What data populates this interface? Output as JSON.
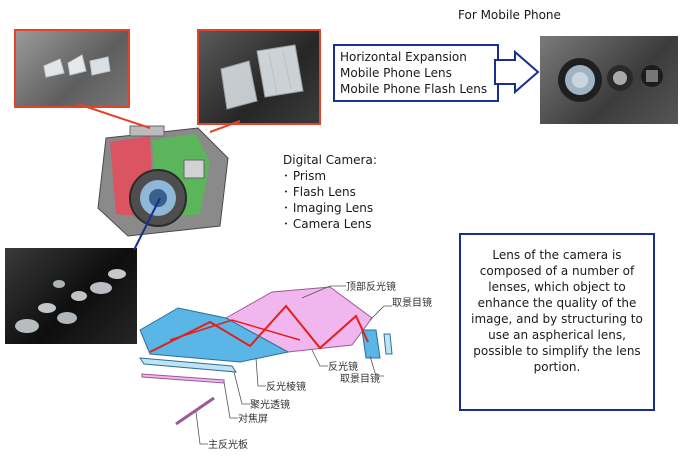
{
  "mobile": {
    "heading": "For Mobile Phone",
    "callout_lines": [
      "Horizontal Expansion",
      "Mobile Phone Lens",
      "Mobile Phone Flash Lens"
    ]
  },
  "camera": {
    "heading": "Digital Camera:",
    "features": [
      "Prism",
      "Flash Lens",
      "Imaging Lens",
      "Camera Lens"
    ],
    "bullet": "･"
  },
  "note": {
    "text": "Lens of the camera is composed of a number of lenses, which object to enhance the quality of the image, and by structuring to use an aspherical lens, possible to simplify the lens portion."
  },
  "diagram_labels": {
    "top_mirror": "顶部反光镜",
    "viewfinder_lens_top": "取景目镜",
    "mirror": "反光镜",
    "viewfinder_lens": "取景目镜",
    "pentaprism": "反光棱镜",
    "condenser": "聚光透镜",
    "focusing_screen": "对焦屏",
    "main_mirror": "主反光板"
  },
  "colors": {
    "frame_red": "#e0452a",
    "callout_blue": "#1a2f8c",
    "prism_pink": "#f2b6ee",
    "prism_blue": "#5ab6e6",
    "ray_red": "#e0201a"
  }
}
